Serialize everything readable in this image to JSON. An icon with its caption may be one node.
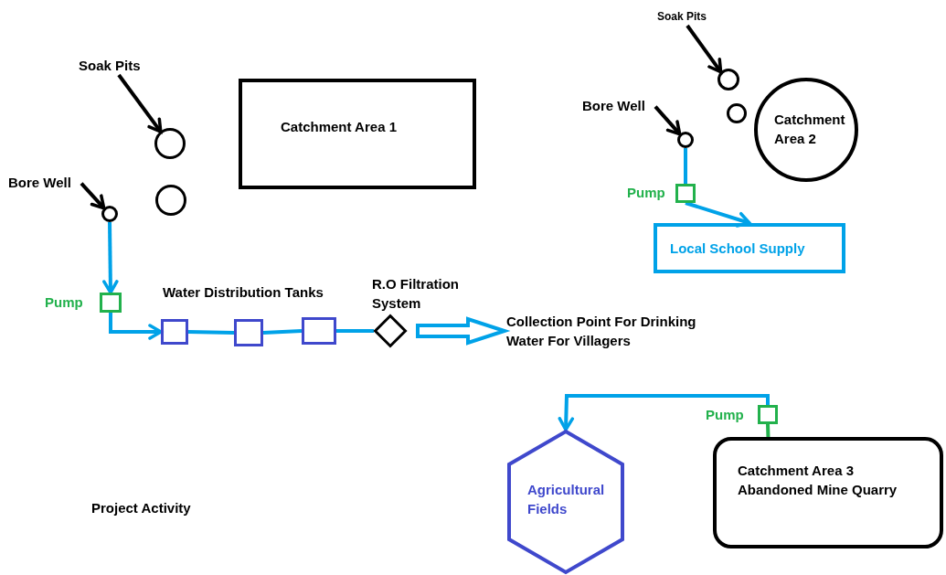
{
  "diagram": {
    "nodes": [
      {
        "text": [
          "Catchment Area 1"
        ]
      },
      {
        "text": [
          "Soak Pits"
        ]
      },
      {
        "text": [],
        "shape": "circle"
      },
      {
        "text": [],
        "shape": "circle"
      },
      {
        "text": [
          "Bore Well"
        ]
      },
      {
        "text": [],
        "shape": "circle"
      },
      {
        "text": [],
        "shape": "box",
        "beside": [
          "Pump"
        ]
      },
      {
        "text": [],
        "shape": "box"
      },
      {
        "text": [],
        "shape": "box"
      },
      {
        "text": [],
        "shape": "box"
      },
      {
        "text": [],
        "shape": "diamond",
        "beside": [
          "R.O Filtration System"
        ]
      },
      {
        "text": [
          "Collection Point For Drinking Water For Villagers"
        ]
      },
      {
        "text": [
          "Soak Pits"
        ]
      },
      {
        "text": [],
        "shape": "circle"
      },
      {
        "text": [],
        "shape": "circle"
      },
      {
        "text": [
          "Bore Well"
        ]
      },
      {
        "text": [],
        "shape": "circle"
      },
      {
        "text": [],
        "shape": "box",
        "beside": [
          "Pump"
        ]
      },
      {
        "text": [
          "Local School Supply"
        ]
      },
      {
        "text": [
          "Catchment Area 2"
        ]
      },
      {
        "text": [
          "Agricultural Fields"
        ]
      },
      {
        "text": [
          "Catchment Area 3",
          "Abandoned Mine Quarry"
        ]
      },
      {
        "text": [],
        "shape": "box",
        "beside": [
          "Pump"
        ]
      }
    ],
    "edges": [
      {
        "from": 1,
        "to": 2,
        "arrow": "to",
        "color": "#000000"
      },
      {
        "from": 4,
        "to": 5,
        "arrow": "to",
        "color": "#000000"
      },
      {
        "from": 5,
        "to": 6,
        "arrow": "to"
      },
      {
        "from": 6,
        "to": 7,
        "arrow": "to"
      },
      {
        "from": 7,
        "to": 8,
        "arrow": "none"
      },
      {
        "from": 8,
        "to": 9,
        "arrow": "none"
      },
      {
        "from": 9,
        "to": 10,
        "arrow": "none"
      },
      {
        "from": 10,
        "to": 11,
        "arrow": "to",
        "style": "thick"
      },
      {
        "from": 12,
        "to": 13,
        "arrow": "to",
        "color": "#000000"
      },
      {
        "from": 15,
        "to": 16,
        "arrow": "to",
        "color": "#000000"
      },
      {
        "from": 16,
        "to": 17,
        "arrow": "none"
      },
      {
        "from": 17,
        "to": 18,
        "arrow": "to"
      },
      {
        "from": 21,
        "to": 22,
        "arrow": "none",
        "color": "#22b14c"
      },
      {
        "from": 22,
        "to": 20,
        "arrow": "to"
      }
    ],
    "labels": [
      "Water Distribution Tanks",
      "Project Activity"
    ]
  }
}
